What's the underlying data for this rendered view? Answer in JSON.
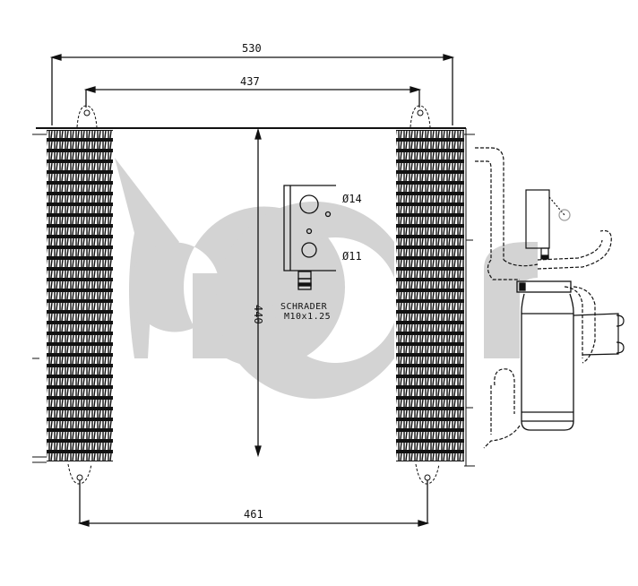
{
  "drawing": {
    "subject": "A/C condenser with receiver-drier",
    "dimensions": {
      "overall_width": "530",
      "mount_spacing_top": "437",
      "mount_spacing_bottom": "461",
      "height": "440"
    },
    "ports": {
      "inlet_diameter": "Ø14",
      "outlet_diameter": "Ø11"
    },
    "valve": {
      "type_line1": "SCHRADER",
      "type_line2": "M10x1.25"
    },
    "watermark": {
      "text": "acr",
      "color": "#d3d3d3"
    },
    "colors": {
      "line": "#111111",
      "background": "#ffffff"
    }
  }
}
